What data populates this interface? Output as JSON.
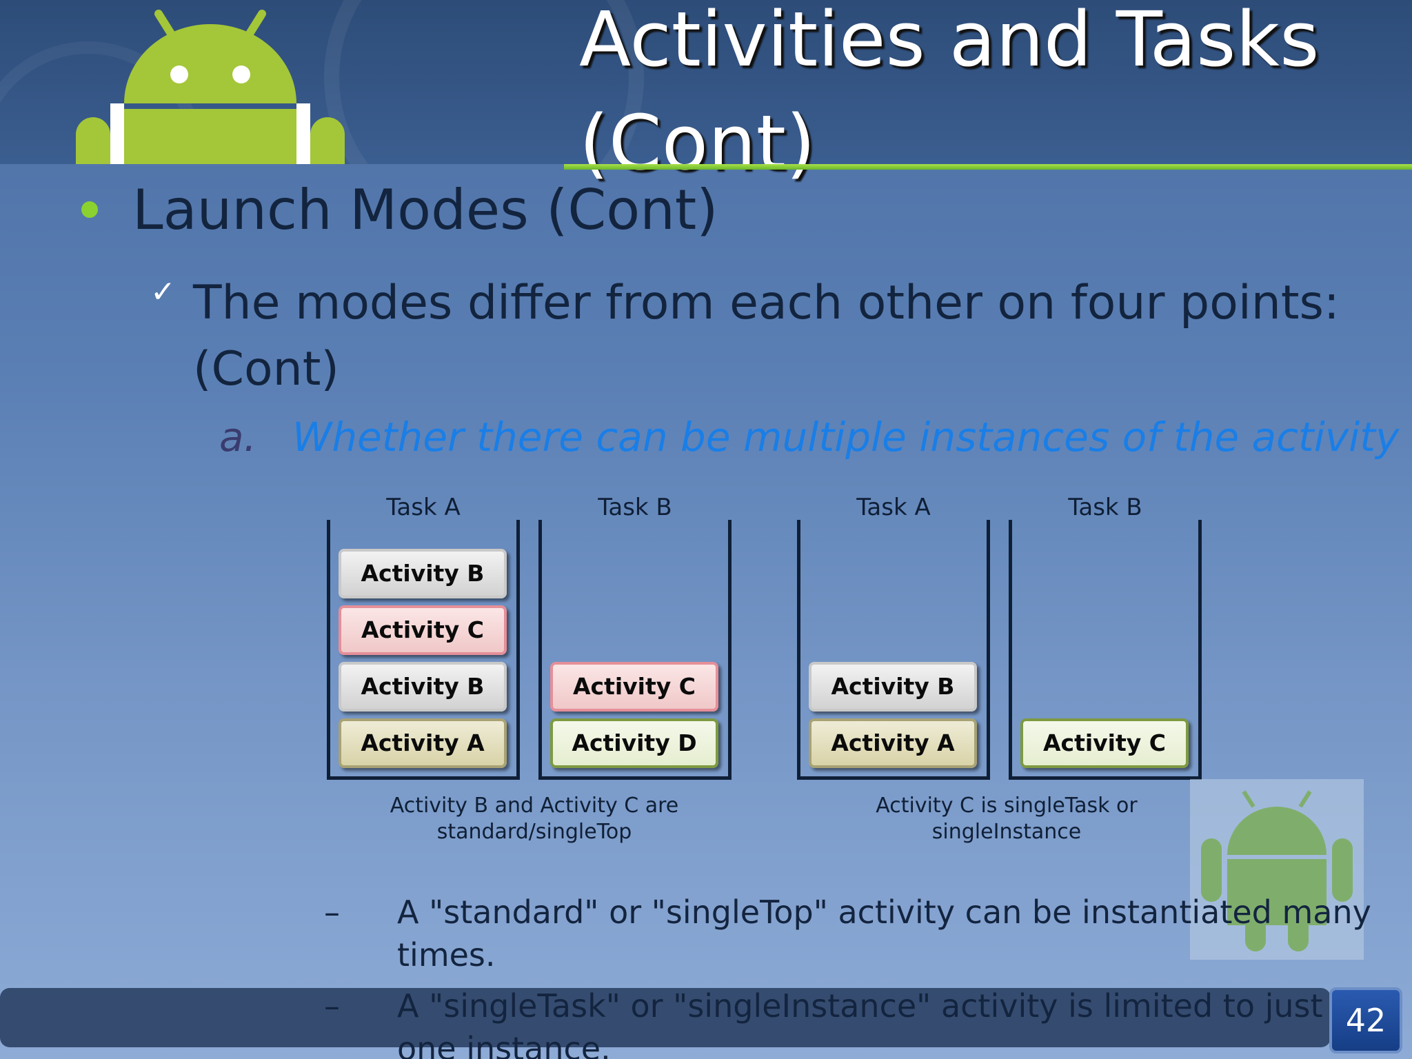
{
  "slide": {
    "title": "Activities and Tasks (Cont)",
    "bullet": "Launch Modes (Cont)",
    "sub_bullet": "The modes differ from each other on four points: (Cont)",
    "point_marker": "a.",
    "point_text": "Whether there can be multiple instances of the activity",
    "page_number": "42",
    "colors": {
      "accent_green": "#8bd12f",
      "point_blue": "#1a7ee6"
    }
  },
  "diagram": {
    "tasks": [
      {
        "label": "Task A",
        "activities": [
          {
            "label": "Activity B",
            "style": "gray"
          },
          {
            "label": "Activity C",
            "style": "pink"
          },
          {
            "label": "Activity B",
            "style": "gray"
          },
          {
            "label": "Activity A",
            "style": "tan"
          }
        ]
      },
      {
        "label": "Task B",
        "activities": [
          {
            "label": "Activity C",
            "style": "pink"
          },
          {
            "label": "Activity D",
            "style": "green"
          }
        ]
      },
      {
        "label": "Task A",
        "activities": [
          {
            "label": "Activity B",
            "style": "gray"
          },
          {
            "label": "Activity A",
            "style": "tan"
          }
        ]
      },
      {
        "label": "Task B",
        "activities": [
          {
            "label": "Activity C",
            "style": "green"
          }
        ]
      }
    ],
    "captions": [
      {
        "line1": "Activity B and Activity C are",
        "line2": "standard/singleTop"
      },
      {
        "line1": "Activity C is singleTask or",
        "line2": "singleInstance"
      }
    ]
  },
  "notes": [
    {
      "dash": "–",
      "text": "A \"standard\" or \"singleTop\" activity can be instantiated many times."
    },
    {
      "dash": "–",
      "text": "A \"singleTask\" or \"singleInstance\" activity is limited to just one instance."
    }
  ]
}
